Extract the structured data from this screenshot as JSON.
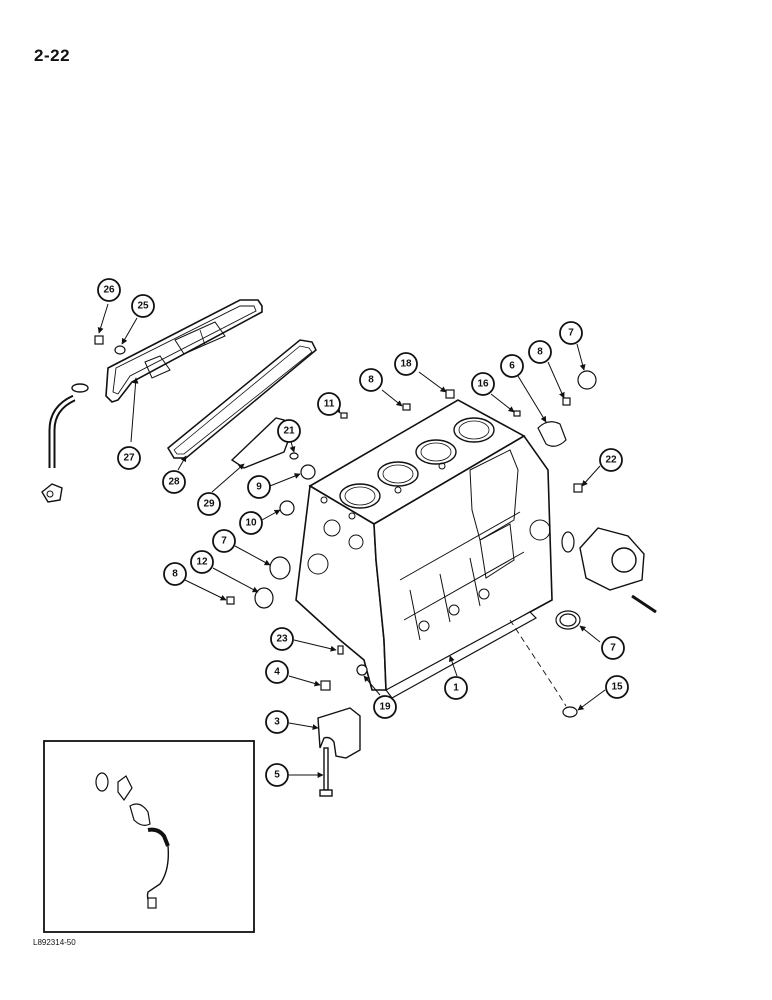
{
  "page": {
    "number": "2-22",
    "figure_ref": "L892314-50"
  },
  "callouts": [
    {
      "id": "c26",
      "label": "26"
    },
    {
      "id": "c25",
      "label": "25"
    },
    {
      "id": "c27",
      "label": "27"
    },
    {
      "id": "c28",
      "label": "28"
    },
    {
      "id": "c29",
      "label": "29"
    },
    {
      "id": "c21",
      "label": "21"
    },
    {
      "id": "c11",
      "label": "11"
    },
    {
      "id": "c8a",
      "label": "8"
    },
    {
      "id": "c18",
      "label": "18"
    },
    {
      "id": "c16",
      "label": "16"
    },
    {
      "id": "c6",
      "label": "6"
    },
    {
      "id": "c8b",
      "label": "8"
    },
    {
      "id": "c7a",
      "label": "7"
    },
    {
      "id": "c22",
      "label": "22"
    },
    {
      "id": "c9",
      "label": "9"
    },
    {
      "id": "c10",
      "label": "10"
    },
    {
      "id": "c7b",
      "label": "7"
    },
    {
      "id": "c12",
      "label": "12"
    },
    {
      "id": "c8c",
      "label": "8"
    },
    {
      "id": "c7c",
      "label": "7"
    },
    {
      "id": "c23",
      "label": "23"
    },
    {
      "id": "c4",
      "label": "4"
    },
    {
      "id": "c19",
      "label": "19"
    },
    {
      "id": "c1",
      "label": "1"
    },
    {
      "id": "c15",
      "label": "15"
    },
    {
      "id": "c3",
      "label": "3"
    },
    {
      "id": "c5",
      "label": "5"
    }
  ]
}
